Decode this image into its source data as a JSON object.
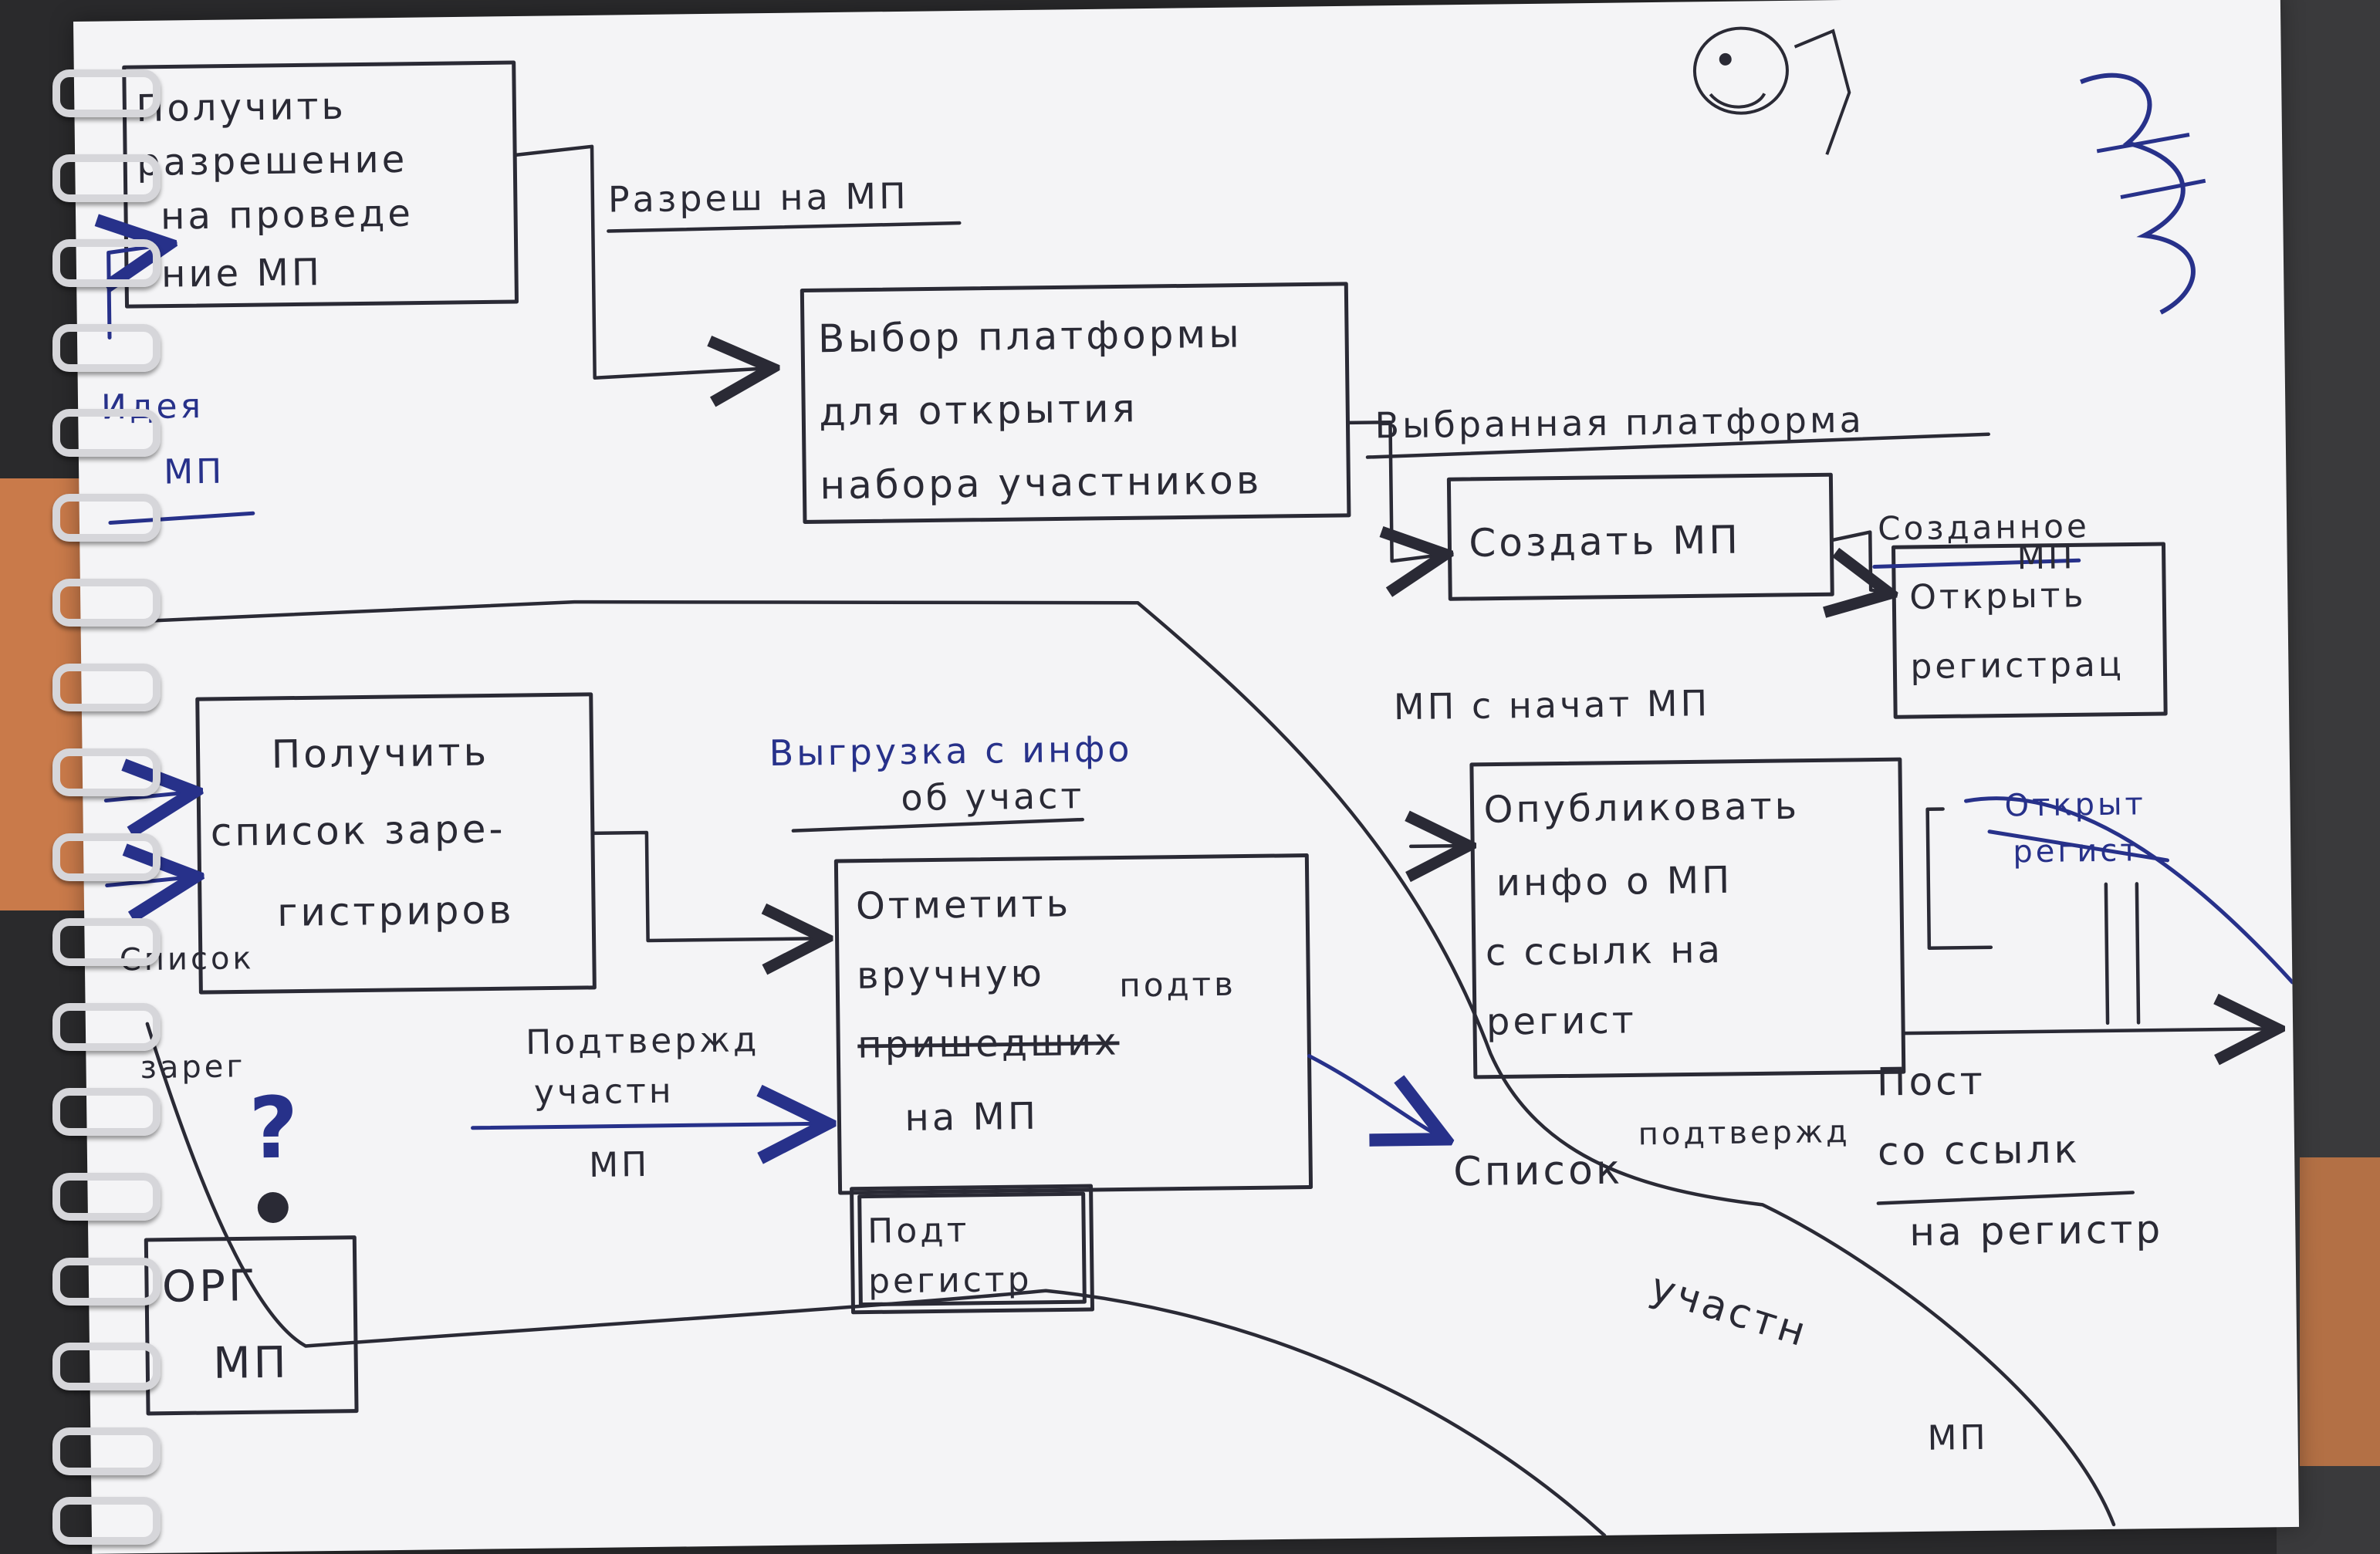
{
  "boxes": {
    "get_permission": [
      "Получить",
      "разрешение",
      "на проведе",
      "ние МП"
    ],
    "choose_platform": [
      "Выбор платформы",
      "для открытия",
      "набора участников"
    ],
    "create_event": [
      "Создать МП"
    ],
    "open_registration": [
      "Открыть",
      "регистрац"
    ],
    "get_registered_list": [
      "Получить",
      "список заре-",
      "гистриров"
    ],
    "mark_participants": [
      "Отметить",
      "вручную",
      "подтв",
      "пришедших",
      "на МП"
    ],
    "publish_info": [
      "Опубликовать",
      "инфо о МП",
      "с ссылк на",
      "регист"
    ],
    "organizer": [
      "ОРГ",
      "МП"
    ],
    "confirm_registration": [
      "Подт",
      "регистр"
    ],
    "open_reg_crossed": [
      "Открыт",
      "регист"
    ]
  },
  "labels": {
    "idea": [
      "Идея",
      "МП"
    ],
    "permission_out": "Разреш на МП",
    "selected_platform": "Выбранная платформа",
    "created_event": [
      "Созданное",
      "МП"
    ],
    "event_started": "МП с начат МП",
    "export_info": [
      "Выгрузка с инфо",
      "об участ"
    ],
    "registered_list": [
      "Список",
      "зарег"
    ],
    "confirmed_participants": [
      "Подтвержд",
      "участн",
      "МП"
    ],
    "post_with_link": [
      "Пост",
      "со ссылк",
      "на регистр"
    ],
    "participants_list": [
      "Список",
      "подтвержд",
      "участн",
      "МП"
    ],
    "question_mark": "?"
  },
  "colors": {
    "ink": "#2a2a35",
    "blue_ink": "#27318a",
    "paper": "#f4f4f6"
  }
}
